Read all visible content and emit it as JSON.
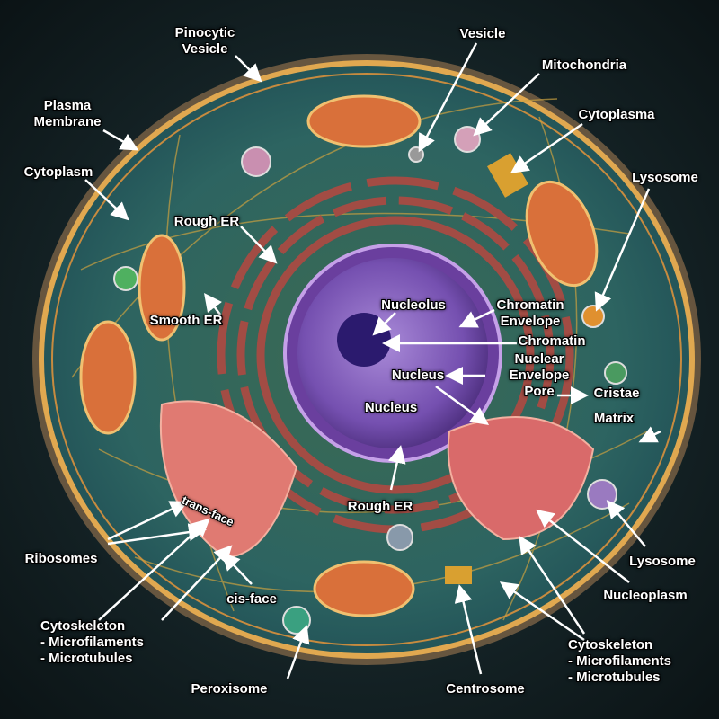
{
  "labels": {
    "pinocytic_vesicle": [
      "Pinocytic",
      "Vesicle"
    ],
    "vesicle": "Vesicle",
    "mitochondria": "Mitochondria",
    "plasma_membrane": [
      "Plasma",
      "Membrane"
    ],
    "cytoplasma": "Cytoplasma",
    "cytoplasm": "Cytoplasm",
    "lysosome_top": "Lysosome",
    "rough_er_top": "Rough ER",
    "smooth_er": "Smooth ER",
    "nucleolus": "Nucleolus",
    "chromatin_envelope": [
      "Chromatin",
      "Envelope"
    ],
    "chromatin": "Chromatin",
    "nuclear_envelope_pore": [
      "Nuclear",
      "Envelope",
      "Pore"
    ],
    "nucleus_1": "Nucleus",
    "nucleus_2": "Nucleus",
    "cristae": "Cristae",
    "matrix": "Matrix",
    "rough_er_bottom": "Rough ER",
    "trans_face": "trans-face",
    "ribosomes": "Ribosomes",
    "lysosome_bottom": "Lysosome",
    "cis_face": "cis-face",
    "nucleoplasm": "Nucleoplasm",
    "cytoskeleton_left": [
      "Cytoskeleton",
      "- Microfilaments",
      "- Microtubules"
    ],
    "cytoskeleton_right": [
      "Cytoskeleton",
      "- Microfilaments",
      "- Microtubules"
    ],
    "peroxisome": "Peroxisome",
    "centrosome": "Centrosome"
  },
  "colors": {
    "cytoplasm": "#2f6a63",
    "membrane": "#d9a24c",
    "nucleus": "#7b55b5",
    "golgi": "#d96a6a",
    "mitochondria": "#d9703a",
    "er": "#9a4a44"
  }
}
